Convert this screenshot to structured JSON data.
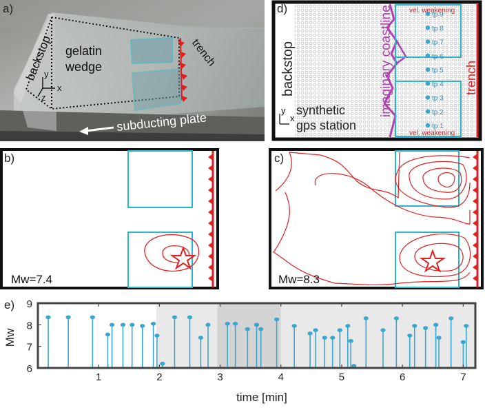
{
  "panel_labels": {
    "a": "a)",
    "b": "b)",
    "c": "c)",
    "d": "d)",
    "e": "e)"
  },
  "photo_labels": {
    "backstop": "backstop",
    "gelatin": "gelatin",
    "wedge": "wedge",
    "trench": "trench",
    "subducting_plate": "subducting plate",
    "axis_y": "y",
    "axis_x": "x",
    "axis_z": "z"
  },
  "map_d": {
    "backstop": "backstop",
    "coastline": "imaginary coastline",
    "trench": "trench",
    "synthetic_line1": "synthetic",
    "synthetic_line2": "gps station",
    "vel_weakening_top": "vel. weakening",
    "vel_weakening_bottom": "vel. weakening",
    "axis_y": "y",
    "axis_x": "x",
    "tps": [
      "tp 9",
      "tp 8",
      "tp 7",
      "tp 6",
      "tp 5",
      "tp 4",
      "tp 3",
      "tp 2",
      "tp 1"
    ]
  },
  "panel_b": {
    "magnitude_label": "Mw=7.4"
  },
  "panel_c": {
    "magnitude_label": "Mw=8.3"
  },
  "colors": {
    "cyan": "#29b6cc",
    "red": "#e02020",
    "magenta": "#b040b0",
    "stem": "#3aa6cf",
    "shade_light": "#e9e9e9",
    "shade_dark": "#d4d4d4"
  },
  "chart_data": {
    "type": "scatter",
    "subtype": "stem",
    "xlabel": "time [min]",
    "ylabel": "Mw",
    "xlim": [
      0,
      7.2
    ],
    "ylim": [
      6,
      9
    ],
    "xticks": [
      1,
      2,
      3,
      4,
      5,
      6,
      7
    ],
    "yticks": [
      6,
      7,
      8,
      9
    ],
    "shaded_regions": [
      {
        "x": [
          1.95,
          2.95
        ],
        "shade": "light"
      },
      {
        "x": [
          2.95,
          4.0
        ],
        "shade": "dark"
      },
      {
        "x": [
          4.0,
          7.2
        ],
        "shade": "light"
      }
    ],
    "x": [
      0.17,
      0.5,
      0.9,
      1.15,
      1.22,
      1.4,
      1.55,
      1.72,
      1.9,
      1.96,
      2.05,
      2.25,
      2.5,
      2.68,
      2.8,
      3.12,
      3.25,
      3.45,
      3.6,
      3.67,
      3.93,
      4.22,
      4.48,
      4.57,
      4.72,
      4.85,
      4.97,
      5.1,
      5.15,
      5.2,
      5.4,
      5.68,
      5.9,
      6.12,
      6.2,
      6.38,
      6.55,
      6.6,
      6.8,
      7.0,
      7.05
    ],
    "y": [
      8.35,
      8.35,
      8.35,
      7.55,
      8.0,
      8.0,
      8.0,
      7.95,
      8.05,
      7.5,
      6.2,
      8.35,
      8.35,
      7.4,
      8.0,
      8.05,
      8.05,
      7.8,
      8.0,
      7.8,
      8.25,
      7.95,
      7.6,
      7.75,
      7.4,
      7.4,
      7.75,
      7.95,
      7.25,
      6.1,
      8.3,
      7.75,
      8.3,
      7.5,
      7.95,
      7.85,
      8.0,
      7.4,
      8.3,
      7.2,
      7.95
    ]
  }
}
